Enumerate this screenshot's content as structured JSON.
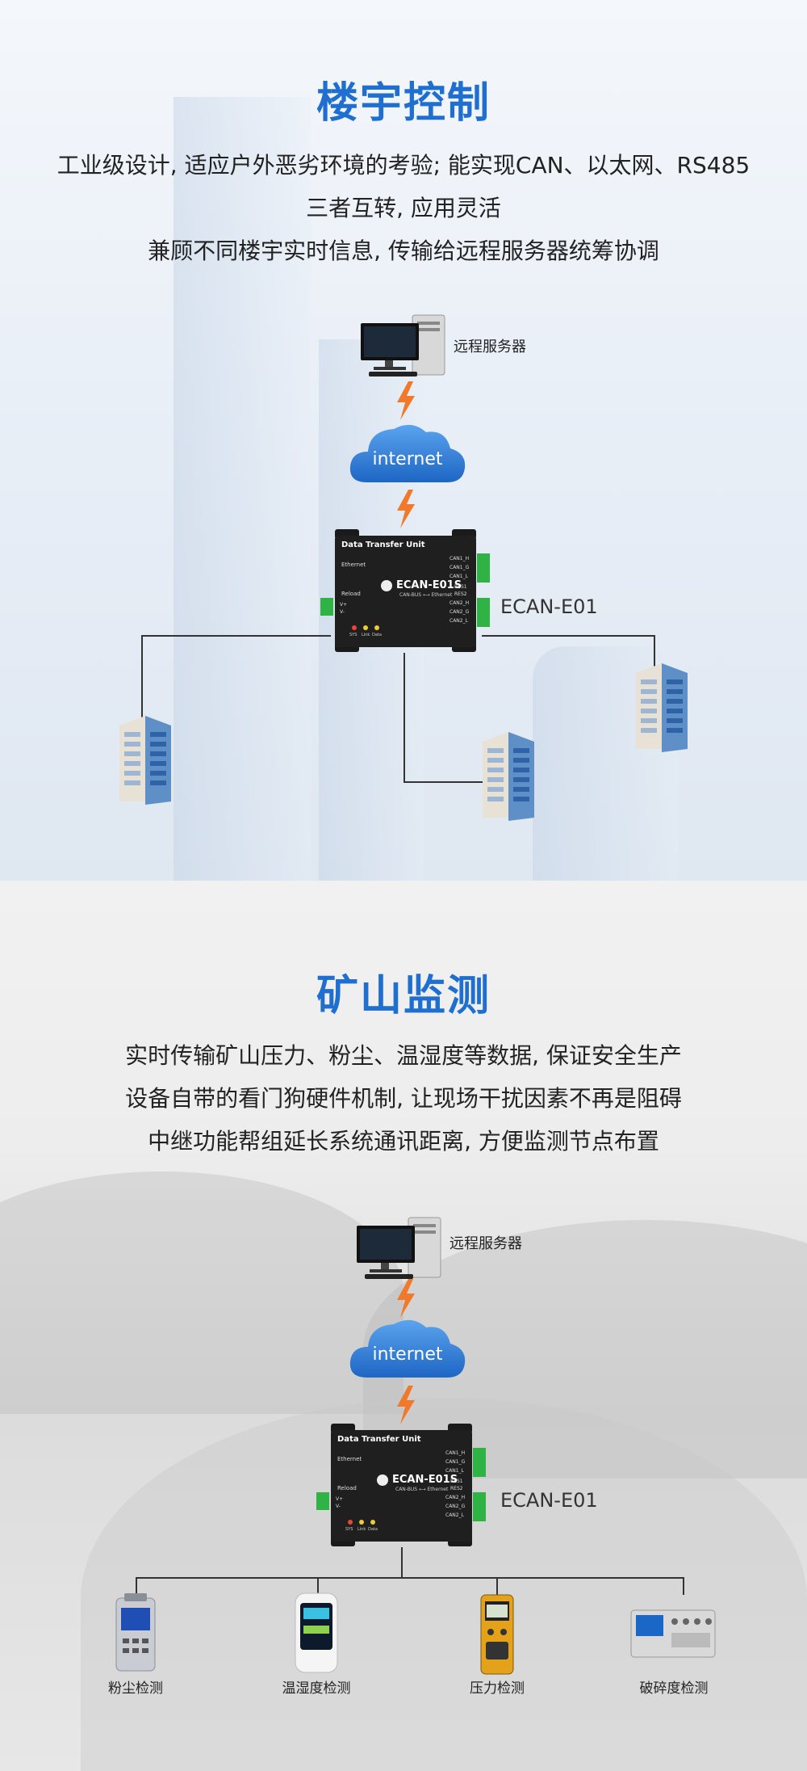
{
  "section1": {
    "title": "楼宇控制",
    "lines": [
      "工业级设计, 适应户外恶劣环境的考验; 能实现CAN、以太网、RS485",
      "三者互转, 应用灵活",
      "兼顾不同楼宇实时信息, 传输给远程服务器统筹协调"
    ],
    "server_label": "远程服务器",
    "cloud_text": "internet",
    "device_model": "ECAN-E01"
  },
  "section2": {
    "title": "矿山监测",
    "lines": [
      "实时传输矿山压力、粉尘、温湿度等数据, 保证安全生产",
      "设备自带的看门狗硬件机制, 让现场干扰因素不再是阻碍",
      "中继功能帮组延长系统通讯距离, 方便监测节点布置"
    ],
    "server_label": "远程服务器",
    "cloud_text": "internet",
    "device_model": "ECAN-E01",
    "devices": [
      "粉尘检测",
      "温湿度检测",
      "压力检测",
      "破碎度检测"
    ]
  },
  "gateway": {
    "header": "Data Transfer Unit",
    "brand": "ECAN-E01S",
    "sub": "CAN-BUS ⟷ Ethernet",
    "left_labels": [
      "Ethernet",
      "Reload"
    ],
    "power_labels": [
      "V+",
      "V-"
    ],
    "led_labels": [
      "SYS",
      "Link",
      "Data"
    ],
    "can1_labels": [
      "CAN1_H",
      "CAN1_G",
      "CAN1_L"
    ],
    "res_labels": [
      "RES1",
      "RES2"
    ],
    "can2_labels": [
      "CAN2_H",
      "CAN2_G",
      "CAN2_L"
    ]
  },
  "colors": {
    "title": "#1e6fcf",
    "bolt": "#f07a2a",
    "cloud": "#2f7fd6"
  }
}
